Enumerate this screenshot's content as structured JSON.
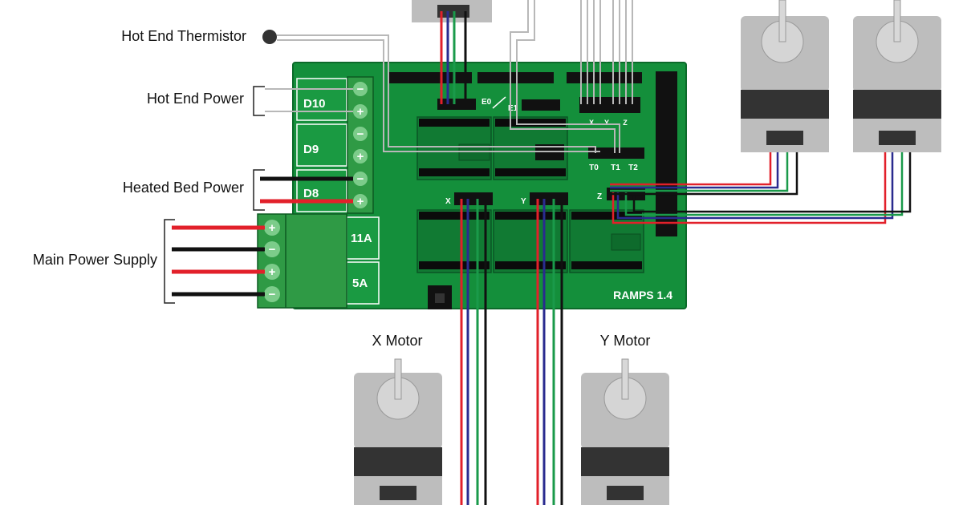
{
  "labels": {
    "hot_end_thermistor": "Hot End Thermistor",
    "hot_end_power": "Hot End Power",
    "heated_bed_power": "Heated Bed Power",
    "main_power_supply": "Main Power Supply",
    "x_motor": "X Motor",
    "y_motor": "Y Motor"
  },
  "board": {
    "name": "RAMPS 1.4",
    "mosfet_d10": "D10",
    "mosfet_d9": "D9",
    "mosfet_d8": "D8",
    "fuse_11a": "11A",
    "fuse_5a": "5A",
    "header_e0": "E0",
    "header_e1": "E1",
    "header_x": "X",
    "header_y": "Y",
    "header_z": "Z",
    "thermistor_t0": "T0",
    "thermistor_t1": "T1",
    "thermistor_t2": "T2",
    "endstop_x": "X",
    "endstop_y": "Y",
    "endstop_z": "Z"
  },
  "terminal_symbols": {
    "minus": "−",
    "plus": "+"
  },
  "colors": {
    "board_green": "#148f3b",
    "board_dark": "#0c6a2a",
    "terminal_green": "#2f9a45",
    "wire_red": "#e2202a",
    "wire_blue": "#2a2b8f",
    "wire_green": "#1a9a4a",
    "wire_black": "#111111",
    "wire_grey": "#b8b8b8",
    "motor_grey": "#bdbdbd",
    "motor_dark": "#333333"
  }
}
